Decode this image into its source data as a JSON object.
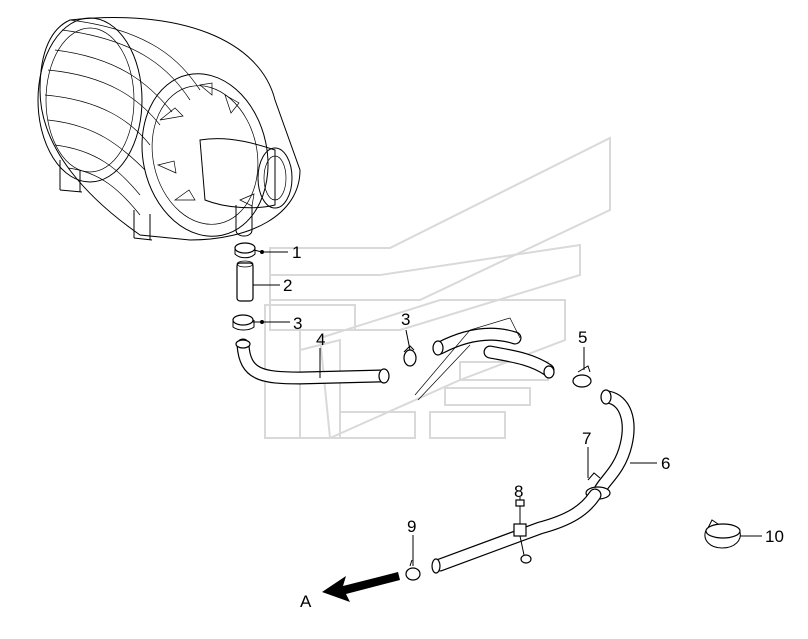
{
  "callouts": [
    {
      "id": "1",
      "label": "1"
    },
    {
      "id": "2",
      "label": "2"
    },
    {
      "id": "3a",
      "label": "3"
    },
    {
      "id": "3b",
      "label": "3"
    },
    {
      "id": "4",
      "label": "4"
    },
    {
      "id": "5",
      "label": "5"
    },
    {
      "id": "6",
      "label": "6"
    },
    {
      "id": "7",
      "label": "7"
    },
    {
      "id": "8",
      "label": "8"
    },
    {
      "id": "9",
      "label": "9"
    },
    {
      "id": "10",
      "label": "10"
    }
  ],
  "direction_arrow": {
    "label": "A"
  }
}
